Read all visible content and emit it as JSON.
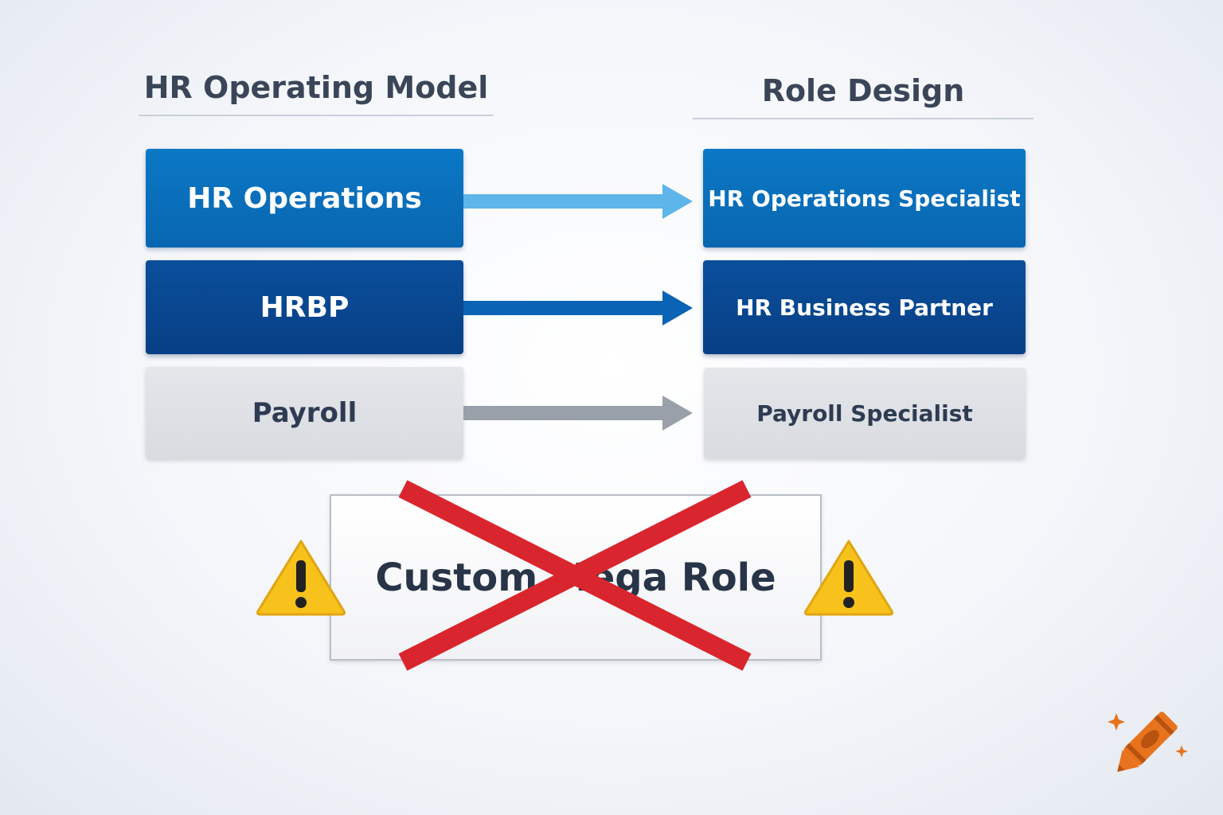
{
  "headings": {
    "left": "HR Operating Model",
    "right": "Role Design"
  },
  "model_units": [
    {
      "label": "HR Operations"
    },
    {
      "label": "HRBP"
    },
    {
      "label": "Payroll"
    }
  ],
  "roles": [
    {
      "label": "HR Operations Specialist"
    },
    {
      "label": "HR Business Partner"
    },
    {
      "label": "Payroll Specialist"
    }
  ],
  "rejected_role": {
    "label": "Custom Mega Role"
  },
  "colors": {
    "light_blue": "#0a78c6",
    "dark_blue": "#0a4f9b",
    "grey": "#d8dbe0",
    "arrow_light": "#5db5ea",
    "arrow_dark": "#0b63b5",
    "arrow_grey": "#9aa0aa",
    "cross_red": "#d9262e",
    "warning_yellow": "#f7c21b"
  },
  "icons": [
    "arrow-right-icon",
    "cross-icon",
    "warning-icon",
    "crayon-logo-icon"
  ]
}
